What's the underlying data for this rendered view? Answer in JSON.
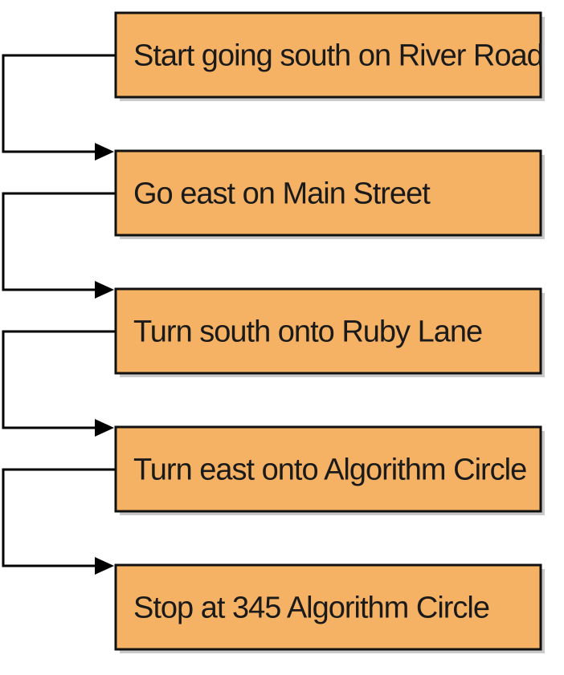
{
  "diagram": {
    "colors": {
      "box_fill": "#f5b264",
      "box_border": "#111111",
      "shadow": "#c9c9c9",
      "connector": "#000000"
    },
    "steps": [
      {
        "label": "Start going south on River Road"
      },
      {
        "label": "Go east on Main Street"
      },
      {
        "label": "Turn south onto Ruby Lane"
      },
      {
        "label": "Turn east onto Algorithm Circle"
      },
      {
        "label": "Stop at 345 Algorithm Circle"
      }
    ]
  }
}
